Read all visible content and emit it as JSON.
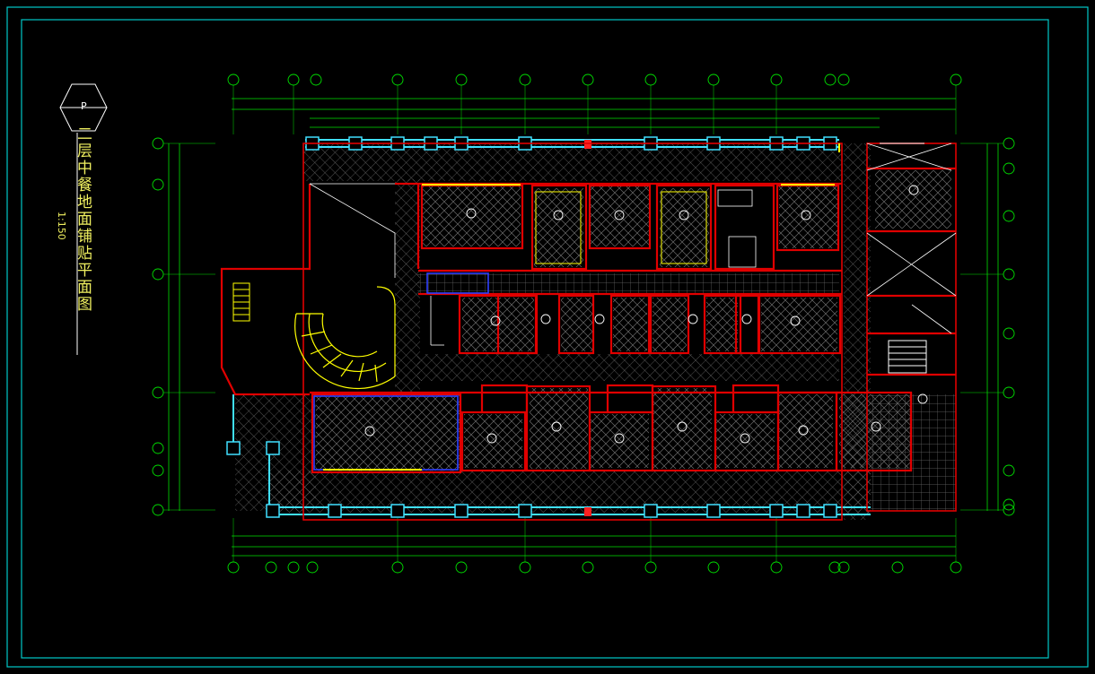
{
  "drawing": {
    "title": "二层中餐地面铺贴平面图",
    "scale": "1:150",
    "index_letter": "P"
  },
  "colors": {
    "background": "#000000",
    "frame": "#00c8c8",
    "wall": "#e00000",
    "dimension": "#00e000",
    "hatch": "#808080",
    "window": "#40e0ff",
    "stair": "#ffff00",
    "axis_bubble": "#00e000",
    "text": "#ffffff"
  }
}
